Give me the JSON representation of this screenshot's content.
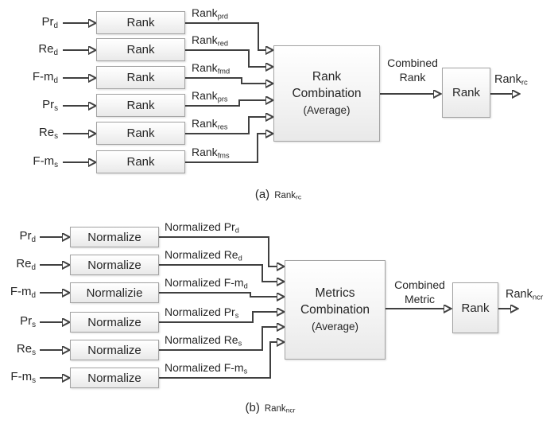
{
  "figure": {
    "line_color": "#404040",
    "box_border_color": "#a3a3a3",
    "box_fill": "#f0f0f0"
  },
  "diagram_a": {
    "rows": [
      {
        "input_main": "Pr",
        "input_sub": "d",
        "box_label": "Rank",
        "output_main": "Rank",
        "output_sub": "prd"
      },
      {
        "input_main": "Re",
        "input_sub": "d",
        "box_label": "Rank",
        "output_main": "Rank",
        "output_sub": "red"
      },
      {
        "input_main": "F-m",
        "input_sub": "d",
        "box_label": "Rank",
        "output_main": "Rank",
        "output_sub": "fmd"
      },
      {
        "input_main": "Pr",
        "input_sub": "s",
        "box_label": "Rank",
        "output_main": "Rank",
        "output_sub": "prs"
      },
      {
        "input_main": "Re",
        "input_sub": "s",
        "box_label": "Rank",
        "output_main": "Rank",
        "output_sub": "res"
      },
      {
        "input_main": "F-m",
        "input_sub": "s",
        "box_label": "Rank",
        "output_main": "Rank",
        "output_sub": "fms"
      }
    ],
    "combiner_line1": "Rank",
    "combiner_line2": "Combination",
    "combiner_line3": "(Average)",
    "combined_line1": "Combined",
    "combined_line2": "Rank",
    "final_box_label": "Rank",
    "final_output_main": "Rank",
    "final_output_sub": "rc",
    "caption_prefix": "(a)",
    "caption_main": "Rank",
    "caption_sub": "rc"
  },
  "diagram_b": {
    "rows": [
      {
        "input_main": "Pr",
        "input_sub": "d",
        "box_label": "Normalize",
        "output_main": "Normalized Pr",
        "output_sub": "d"
      },
      {
        "input_main": "Re",
        "input_sub": "d",
        "box_label": "Normalize",
        "output_main": "Normalized Re",
        "output_sub": "d"
      },
      {
        "input_main": "F-m",
        "input_sub": "d",
        "box_label": "Normalizie",
        "output_main": "Normalized F-m",
        "output_sub": "d"
      },
      {
        "input_main": "Pr",
        "input_sub": "s",
        "box_label": "Normalize",
        "output_main": "Normalized Pr",
        "output_sub": "s"
      },
      {
        "input_main": "Re",
        "input_sub": "s",
        "box_label": "Normalize",
        "output_main": "Normalized Re",
        "output_sub": "s"
      },
      {
        "input_main": "F-m",
        "input_sub": "s",
        "box_label": "Normalize",
        "output_main": "Normalized F-m",
        "output_sub": "s"
      }
    ],
    "combiner_line1": "Metrics",
    "combiner_line2": "Combination",
    "combiner_line3": "(Average)",
    "combined_line1": "Combined",
    "combined_line2": "Metric",
    "final_box_label": "Rank",
    "final_output_main": "Rank",
    "final_output_sub": "ncr",
    "caption_prefix": "(b)",
    "caption_main": "Rank",
    "caption_sub": "ncr"
  }
}
